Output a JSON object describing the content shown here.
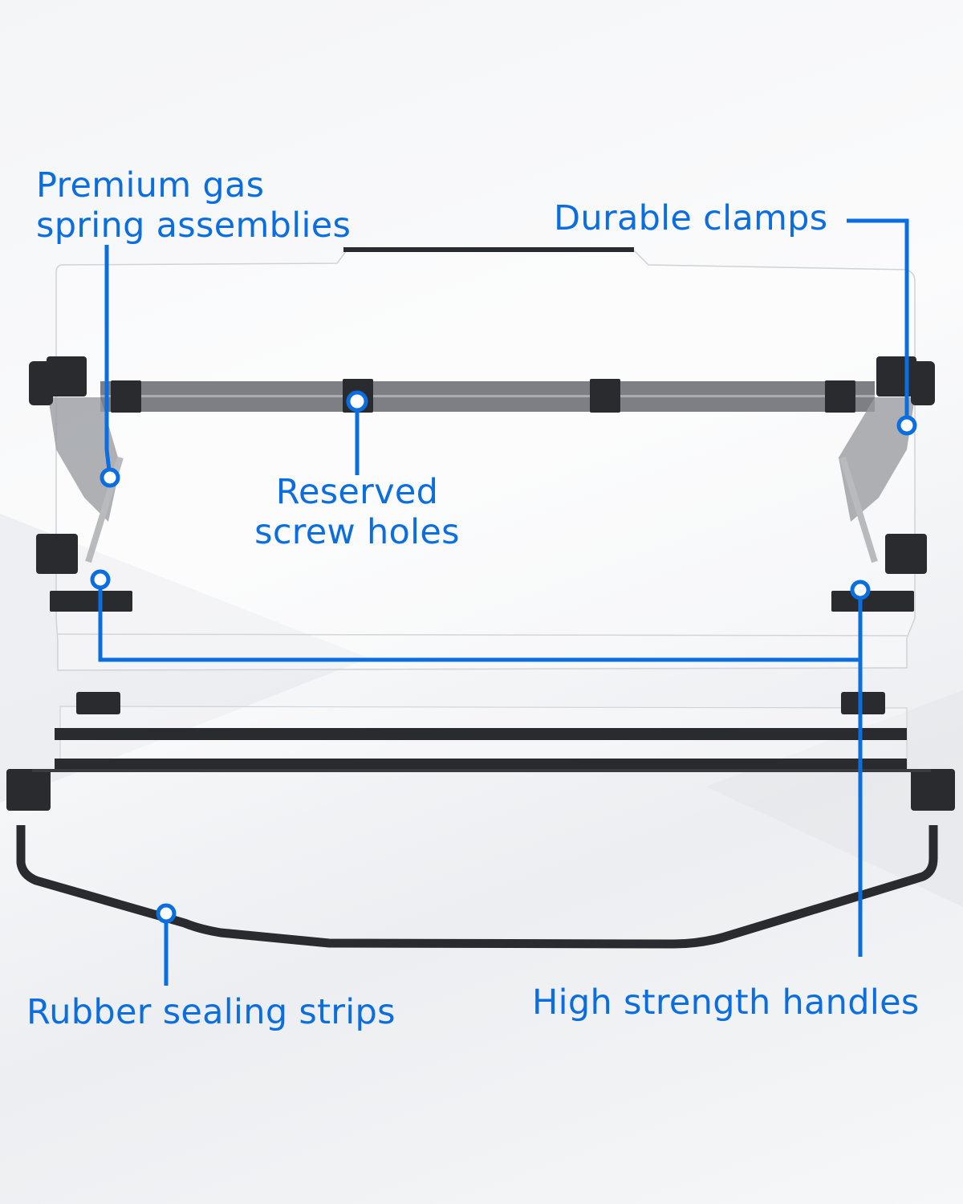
{
  "labels": {
    "gas_spring_line1": "Premium gas",
    "gas_spring_line2": "spring assemblies",
    "clamps": "Durable clamps",
    "screw_holes_line1": "Reserved",
    "screw_holes_line2": "screw holes",
    "handles": "High strength handles",
    "rubber": "Rubber sealing strips"
  },
  "colors": {
    "accent": "#0a6ee0",
    "bracket": "#2a2b2e",
    "bar": "#7d7f84"
  }
}
